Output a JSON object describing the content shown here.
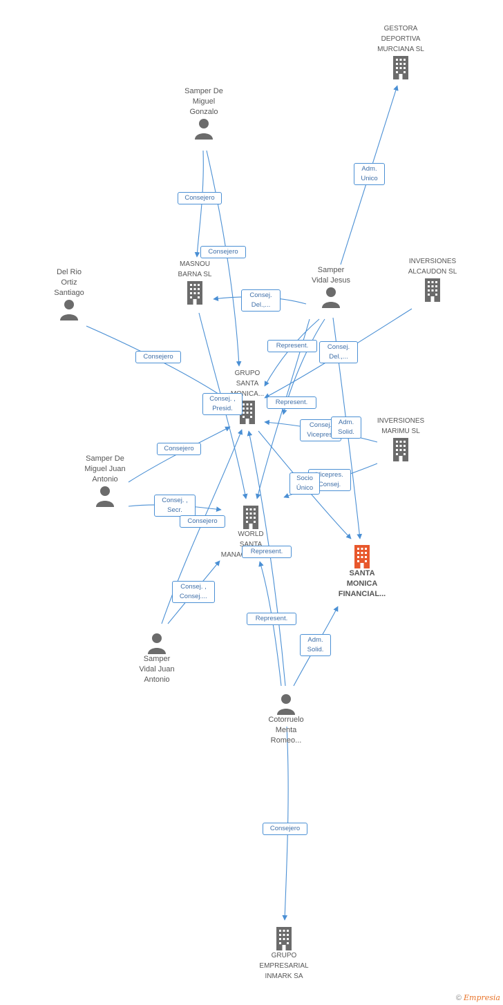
{
  "colors": {
    "link": "#4a8fd4",
    "node": "#6b6b6b",
    "focus": "#e8582c"
  },
  "nodes": {
    "gestora": {
      "label": "GESTORA\nDEPORTIVA\nMURCIANA SL",
      "type": "company"
    },
    "samper_miguel_gonzalo": {
      "label": "Samper De\nMiguel\nGonzalo",
      "type": "person"
    },
    "masnou": {
      "label": "MASNOU\nBARNA SL",
      "type": "company"
    },
    "samper_vidal_jesus": {
      "label": "Samper\nVidal Jesus",
      "type": "person"
    },
    "alcaudon": {
      "label": "INVERSIONES\nALCAUDON SL",
      "type": "company"
    },
    "del_rio": {
      "label": "Del Rio\nOrtiz\nSantiago",
      "type": "person"
    },
    "grupo_santa": {
      "label": "GRUPO\nSANTA\nMONICA...",
      "type": "company"
    },
    "marimu": {
      "label": "INVERSIONES\nMARIMU SL",
      "type": "company"
    },
    "samper_miguel_juan": {
      "label": "Samper De\nMiguel Juan\nAntonio",
      "type": "person"
    },
    "world": {
      "label": "WORLD\nSANTA\nMANAGEMENT SL",
      "type": "company"
    },
    "santa_monica": {
      "label": "SANTA\nMONICA\nFINANCIAL...",
      "type": "focus"
    },
    "samper_vidal_juan": {
      "label": "Samper\nVidal Juan\nAntonio",
      "type": "person"
    },
    "cotorruelo": {
      "label": "Cotorruelo\nMenta\nRomeo...",
      "type": "person"
    },
    "inmark": {
      "label": "GRUPO\nEMPRESARIAL\nINMARK SA",
      "type": "company"
    }
  },
  "edge_labels": {
    "adm_unico": "Adm.\nUnico",
    "consejero_1": "Consejero",
    "consejero_2": "Consejero",
    "consej_del_1": "Consej.\nDel.,...",
    "represent_1": "Represent.",
    "consej_del_2": "Consej.\nDel.,...",
    "consejero_3": "Consejero",
    "consej_presid": "Consej. ,\nPresid.",
    "represent_2": "Represent.",
    "consej_vicepres": "Consej.\nVicepres.",
    "adm_solid_1": "Adm.\nSolid.",
    "consejero_4": "Consejero",
    "vicepres_consej": "Vicepres.\nConsej.",
    "socio_unico": "Socio\nÚnico",
    "consej_secr": "Consej. ,\nSecr.",
    "consejero_5": "Consejero",
    "represent_3": "Represent.",
    "consej_consej": "Consej. ,\nConsej....",
    "represent_4": "Represent.",
    "adm_solid_2": "Adm.\nSolid.",
    "consejero_6": "Consejero"
  },
  "footer": {
    "copyright": "©",
    "brand": "Empresia"
  }
}
